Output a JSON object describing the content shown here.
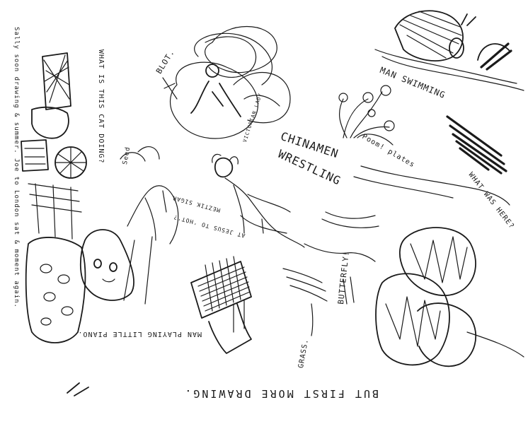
{
  "doodle_page": {
    "ink_color": "#1a1a1a",
    "paper_color": "#ffffff",
    "notes": {
      "blot": "BLOT.",
      "man_swimming": "MAN SWIMMING",
      "chinamen_wrestling_1": "CHINAMEN",
      "chinamen_wrestling_2": "WRESTLING",
      "victorian_lady": "VICTORIAN LADY",
      "what_was_here": "WHAT WAS HERE?",
      "flowers": "Poom! plates",
      "cat_question": "WHAT IS THIS CAT DOING?",
      "side_note": "Sally soon drawing & summer. Joe to London sat & moment again.",
      "piano": "MAN PLAYING LITTLE PIANO.",
      "jesus_note": "AT JESUS TO 'HOT'?",
      "meztik": "MEZTIK SIGAR",
      "butterfly": "BUTTERFLY!",
      "grass": "GRASS.",
      "seed": "Seed",
      "footer": "BUT FIRST MORE DRAWING."
    }
  }
}
